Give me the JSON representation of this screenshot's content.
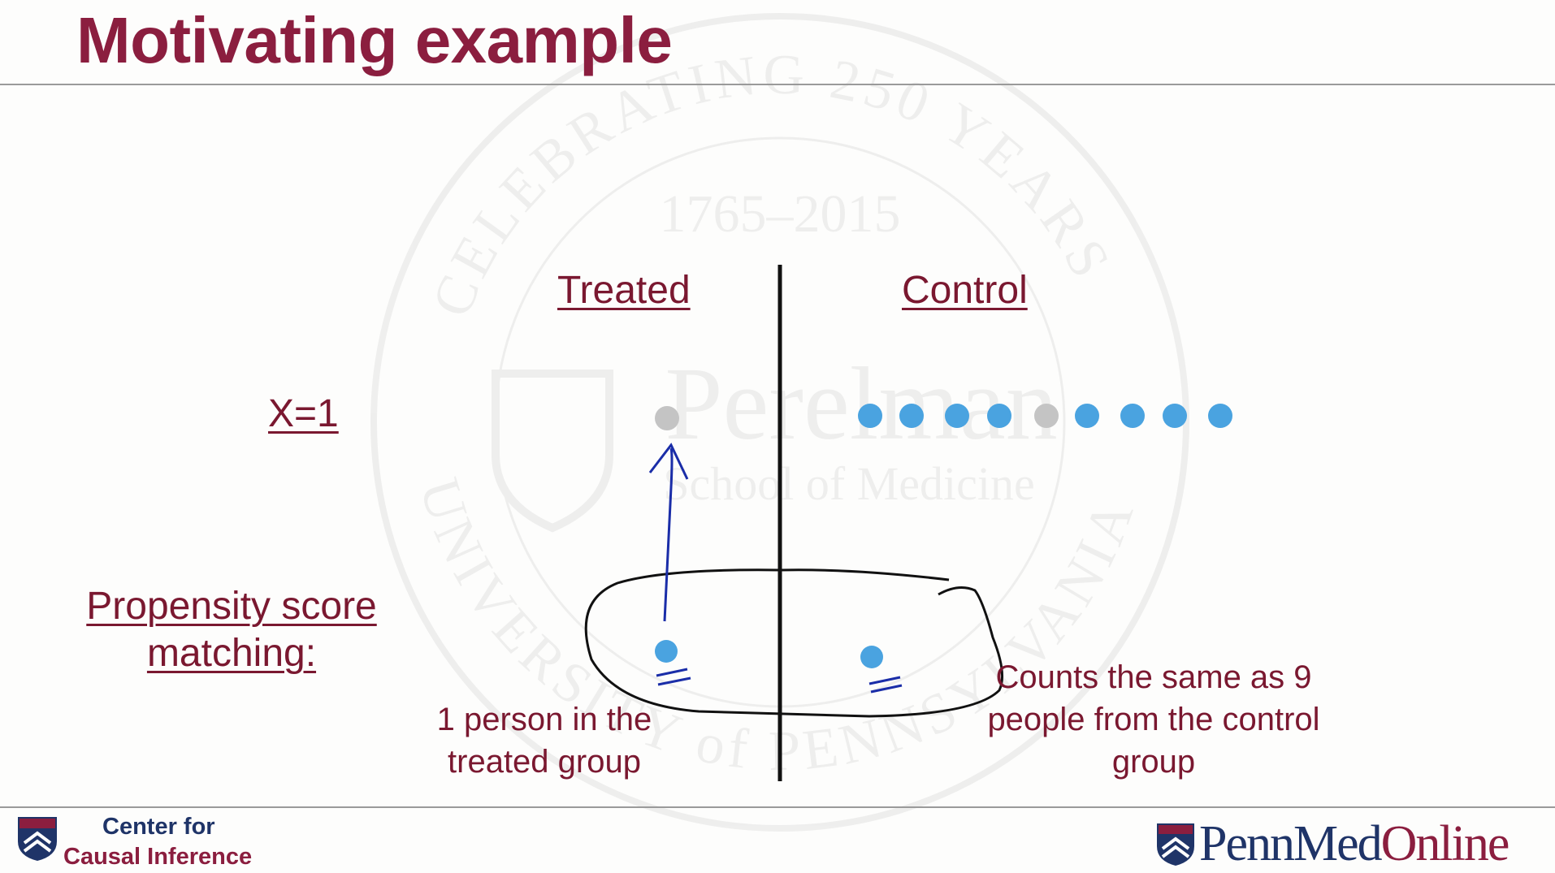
{
  "slide": {
    "title": "Motivating example",
    "treated_label": "Treated",
    "control_label": "Control",
    "x_label": "X=1",
    "psm_label": "Propensity score matching:",
    "treated_note": "1 person in the treated group",
    "control_note": "Counts the same as 9 people from the control group"
  },
  "footer": {
    "center_line1": "Center for",
    "center_line2": "Causal Inference",
    "brand_penn": "PennMed",
    "brand_online": "Online"
  },
  "watermark": {
    "ring_top": "CELEBRATING 250 YEARS",
    "years": "1765–2015",
    "school_name": "Perelman",
    "school_sub": "School of Medicine",
    "ring_bottom": "UNIVERSITY of PENNSYLVANIA"
  },
  "points": {
    "control_row": [
      "blue",
      "blue",
      "blue",
      "blue",
      "gray",
      "blue",
      "blue",
      "blue",
      "blue"
    ],
    "treated_row": [
      "gray"
    ]
  },
  "colors": {
    "title": "#8b1e3f",
    "text_maroon": "#7a1830",
    "dot_blue": "#4aa3e0",
    "dot_gray": "#c4c4c4",
    "penn_blue": "#1f3468",
    "arrow": "#1a2da8"
  }
}
